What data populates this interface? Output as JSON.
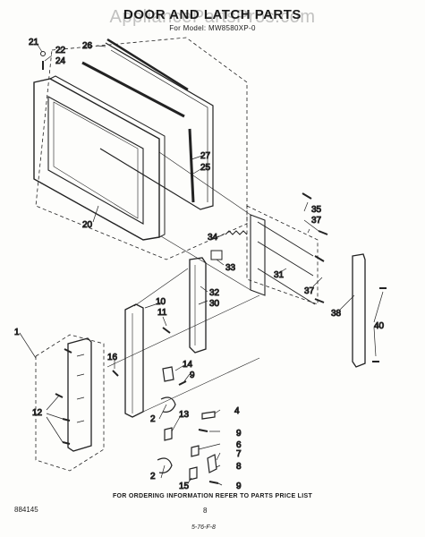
{
  "header": {
    "title": "DOOR AND LATCH PARTS",
    "watermark": "AppliancePartsPros.com",
    "subtitle": "For Model: MW8580XP-0"
  },
  "footer": {
    "ordering_note": "FOR ORDERING INFORMATION REFER TO PARTS PRICE LIST",
    "code": "884145",
    "page_number": "8",
    "signature": "5-76-F-8"
  },
  "callouts": {
    "c21": "21",
    "c22": "22",
    "c24": "24",
    "c26": "26",
    "c27": "27",
    "c25": "25",
    "c20": "20",
    "c35": "35",
    "c37a": "37",
    "c34": "34",
    "c33": "33",
    "c31": "31",
    "c32": "32",
    "c30": "30",
    "c37b": "37",
    "c38": "38",
    "c40": "40",
    "c10": "10",
    "c11": "11",
    "c1": "1",
    "c16": "16",
    "c14": "14",
    "c9a": "9",
    "c12": "12",
    "c2a": "2",
    "c13": "13",
    "c4": "4",
    "c9b": "9",
    "c6": "6",
    "c7": "7",
    "c2b": "2",
    "c8": "8",
    "c15": "15",
    "c9c": "9"
  }
}
